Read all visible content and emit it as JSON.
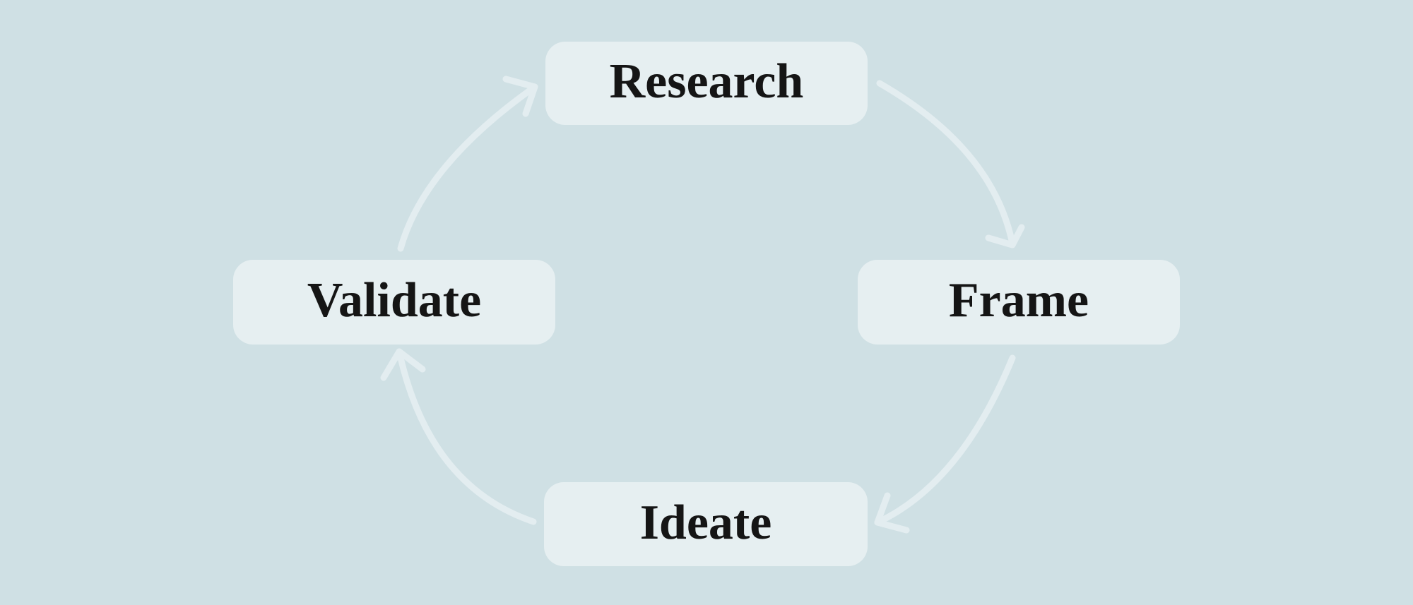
{
  "diagram": {
    "type": "cycle",
    "nodes": [
      {
        "id": "research",
        "label": "Research",
        "position": "top"
      },
      {
        "id": "frame",
        "label": "Frame",
        "position": "right"
      },
      {
        "id": "ideate",
        "label": "Ideate",
        "position": "bottom"
      },
      {
        "id": "validate",
        "label": "Validate",
        "position": "left"
      }
    ],
    "edges": [
      {
        "from": "research",
        "to": "frame"
      },
      {
        "from": "frame",
        "to": "ideate"
      },
      {
        "from": "ideate",
        "to": "validate"
      },
      {
        "from": "validate",
        "to": "research"
      }
    ]
  },
  "colors": {
    "background": "#cfe0e4",
    "node_fill": "#e6eff1",
    "arrow": "#e3edf0",
    "text": "#151515"
  }
}
